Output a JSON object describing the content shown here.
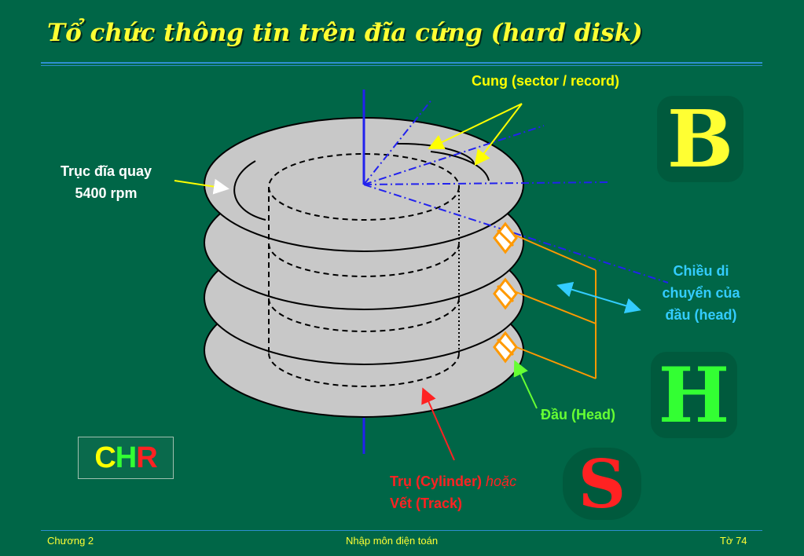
{
  "title": "Tổ chức thông tin trên đĩa cứng (hard disk)",
  "labels": {
    "sector": "Cung (sector / record)",
    "axis_line1": "Trục đĩa quay",
    "axis_line2": "5400 rpm",
    "move_line1": "Chiều di",
    "move_line2": "chuyển của",
    "move_line3": "đầu (head)",
    "head": "Đầu (Head)",
    "cylinder": "Trụ (Cylinder)",
    "cylinder_or": "hoặc",
    "track": "Vết (Track)"
  },
  "chr": {
    "c": "C",
    "h": "H",
    "r": "R"
  },
  "glyphs": {
    "b": "B",
    "h": "H",
    "s": "S"
  },
  "footer": {
    "left": "Chương 2",
    "center": "Nhập môn điện toán",
    "right": "Tờ  74"
  },
  "colors": {
    "background": "#006647",
    "title": "#ffff33",
    "platter": "#c8c8c8",
    "sector": "#ffff00",
    "axis": "#ffffff",
    "move": "#33ccff",
    "head": "#66ff33",
    "cylinder": "#ff2222",
    "head_arm": "#ff9900",
    "spindle": "#2222ee"
  }
}
